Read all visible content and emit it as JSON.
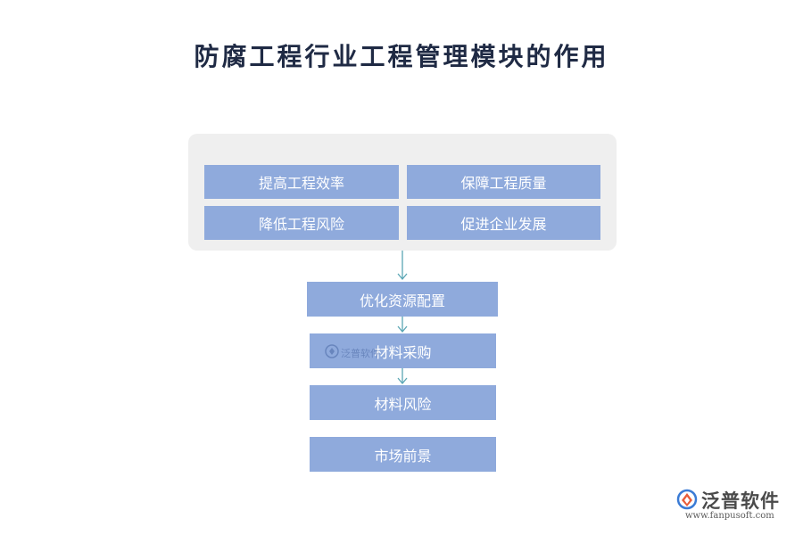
{
  "title": "防腐工程行业工程管理模块的作用",
  "group_items": [
    {
      "label": "提高工程效率"
    },
    {
      "label": "保障工程质量"
    },
    {
      "label": "降低工程风险"
    },
    {
      "label": "促进企业发展"
    }
  ],
  "flow_items": [
    {
      "label": "优化资源配置"
    },
    {
      "label": "材料采购"
    },
    {
      "label": "材料风险"
    },
    {
      "label": "市场前景"
    }
  ],
  "watermark": {
    "text": "泛普软件"
  },
  "logo": {
    "name": "泛普软件",
    "url": "www.fanpusoft.com"
  },
  "colors": {
    "box": "#8faadc",
    "group_bg": "#efefef",
    "arrow": "#5aa6b4",
    "title": "#1f2a44"
  }
}
